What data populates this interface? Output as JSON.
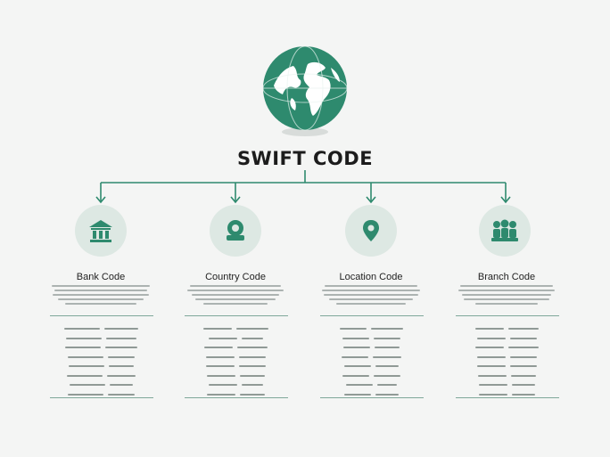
{
  "diagram": {
    "title": "SWIFT CODE",
    "brand_color": "#2e8a6e",
    "nodes": [
      {
        "label": "Bank Code",
        "icon": "bank-icon"
      },
      {
        "label": "Country Code",
        "icon": "country-badge-icon"
      },
      {
        "label": "Location Code",
        "icon": "location-pin-icon"
      },
      {
        "label": "Branch Code",
        "icon": "branch-people-icon"
      }
    ]
  }
}
